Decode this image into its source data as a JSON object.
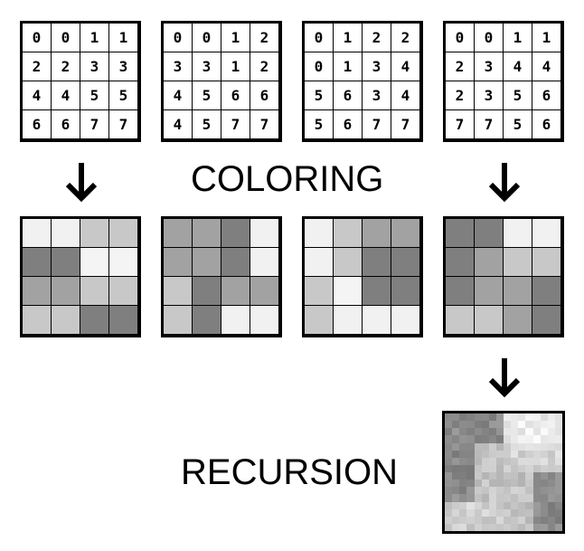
{
  "labels": {
    "coloring": "COLORING",
    "recursion": "RECURSION"
  },
  "index_grids": [
    {
      "cells": [
        [
          0,
          0,
          1,
          1
        ],
        [
          2,
          2,
          3,
          3
        ],
        [
          4,
          4,
          5,
          5
        ],
        [
          6,
          6,
          7,
          7
        ]
      ]
    },
    {
      "cells": [
        [
          0,
          0,
          1,
          2
        ],
        [
          3,
          3,
          1,
          2
        ],
        [
          4,
          5,
          6,
          6
        ],
        [
          4,
          5,
          7,
          7
        ]
      ]
    },
    {
      "cells": [
        [
          0,
          1,
          2,
          2
        ],
        [
          0,
          1,
          3,
          4
        ],
        [
          5,
          6,
          3,
          4
        ],
        [
          5,
          6,
          7,
          7
        ]
      ]
    },
    {
      "cells": [
        [
          0,
          0,
          1,
          1
        ],
        [
          2,
          3,
          4,
          4
        ],
        [
          2,
          3,
          5,
          6
        ],
        [
          7,
          7,
          5,
          6
        ]
      ]
    }
  ],
  "colors": {
    "grid_border": "#000000",
    "palette": [
      "#f0f0f0",
      "#e4e4e4",
      "#cccccc",
      "#c0c0c0",
      "#a8a8a8",
      "#9a9a9a",
      "#808080",
      "#6e6e6e"
    ]
  },
  "colored_grids": [
    {
      "cells": [
        [
          "#f1f1f1",
          "#f1f1f1",
          "#c8c8c8",
          "#c8c8c8"
        ],
        [
          "#7f7f7f",
          "#7f7f7f",
          "#f4f4f4",
          "#f4f4f4"
        ],
        [
          "#a2a2a2",
          "#a2a2a2",
          "#c8c8c8",
          "#c8c8c8"
        ],
        [
          "#c8c8c8",
          "#c8c8c8",
          "#7f7f7f",
          "#7f7f7f"
        ]
      ]
    },
    {
      "cells": [
        [
          "#a2a2a2",
          "#a2a2a2",
          "#7f7f7f",
          "#f1f1f1"
        ],
        [
          "#a2a2a2",
          "#a2a2a2",
          "#7f7f7f",
          "#f1f1f1"
        ],
        [
          "#c8c8c8",
          "#7f7f7f",
          "#a2a2a2",
          "#a2a2a2"
        ],
        [
          "#c8c8c8",
          "#7f7f7f",
          "#f1f1f1",
          "#f1f1f1"
        ]
      ]
    },
    {
      "cells": [
        [
          "#f1f1f1",
          "#c8c8c8",
          "#a2a2a2",
          "#a2a2a2"
        ],
        [
          "#f1f1f1",
          "#c8c8c8",
          "#7f7f7f",
          "#7f7f7f"
        ],
        [
          "#c8c8c8",
          "#f4f4f4",
          "#7f7f7f",
          "#7f7f7f"
        ],
        [
          "#c8c8c8",
          "#f1f1f1",
          "#f1f1f1",
          "#f1f1f1"
        ]
      ]
    },
    {
      "cells": [
        [
          "#7f7f7f",
          "#7f7f7f",
          "#f1f1f1",
          "#f1f1f1"
        ],
        [
          "#7f7f7f",
          "#a2a2a2",
          "#c8c8c8",
          "#c8c8c8"
        ],
        [
          "#7f7f7f",
          "#a2a2a2",
          "#a2a2a2",
          "#7f7f7f"
        ],
        [
          "#c8c8c8",
          "#c8c8c8",
          "#a2a2a2",
          "#7f7f7f"
        ]
      ]
    }
  ],
  "recursion_texture": {
    "size": 16,
    "base": [
      [
        "#8a8a8a",
        "#8a8a8a",
        "#ececec",
        "#ececec"
      ],
      [
        "#8a8a8a",
        "#c4c4c4",
        "#d4d4d4",
        "#d4d4d4"
      ],
      [
        "#8a8a8a",
        "#c4c4c4",
        "#c4c4c4",
        "#8a8a8a"
      ],
      [
        "#d0d0d0",
        "#d0d0d0",
        "#c4c4c4",
        "#8a8a8a"
      ]
    ]
  },
  "icons": {
    "arrows": [
      "arrow-down-icon",
      "arrow-down-icon",
      "arrow-down-icon"
    ]
  }
}
